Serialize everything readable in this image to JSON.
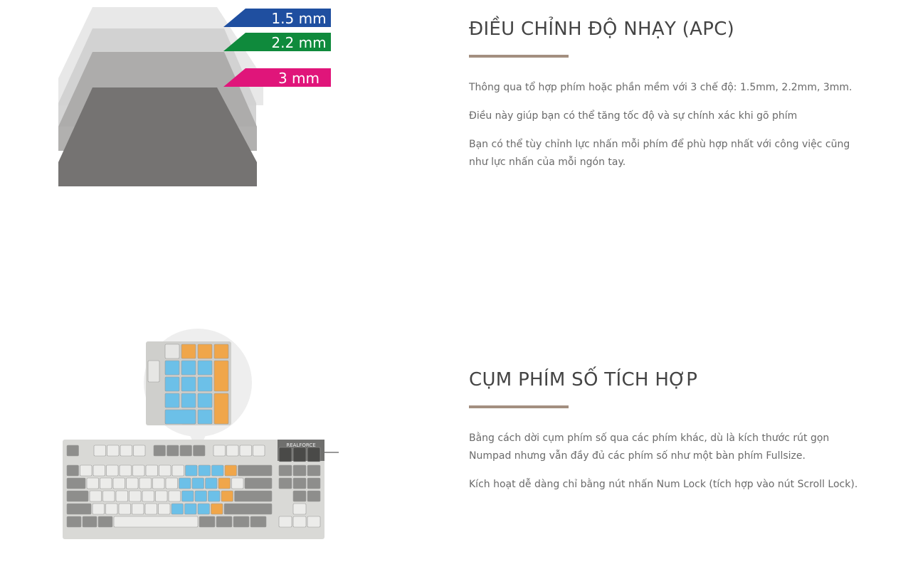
{
  "apc": {
    "heading": "ĐIỀU CHỈNH ĐỘ NHẠY (APC)",
    "paragraphs": [
      "Thông qua tổ hợp phím hoặc phần mềm với 3 chế độ: 1.5mm, 2.2mm, 3mm.",
      "Điều này giúp bạn có thể tăng tốc độ và sự chính xác khi gõ phím",
      "Bạn có thể tùy chỉnh lực nhấn mỗi phím để phù hợp nhất với công việc cũng như lực nhấn của mỗi ngón tay."
    ],
    "labels": [
      {
        "text": "1.5 mm",
        "color": "#1f4fa0"
      },
      {
        "text": "2.2 mm",
        "color": "#0f8a3c"
      },
      {
        "text": "3 mm",
        "color": "#e0157a"
      }
    ]
  },
  "numpad": {
    "heading": "CỤM PHÍM SỐ TÍCH HỢP",
    "paragraphs": [
      "Bằng cách dời cụm phím số qua các phím khác, dù là kích thước rút gọn Numpad nhưng vẫn đầy đủ các phím số như một bàn phím Fullsize.",
      "Kích hoạt dễ dàng chỉ bằng nút nhấn Num Lock (tích hợp vào nút Scroll Lock)."
    ],
    "brand": "REALFORCE",
    "colors": {
      "blue_keys": "#6cc0e8",
      "orange_keys": "#f0a64a",
      "body": "#d9d9d6",
      "dark_keys": "#8e8e8c"
    }
  }
}
